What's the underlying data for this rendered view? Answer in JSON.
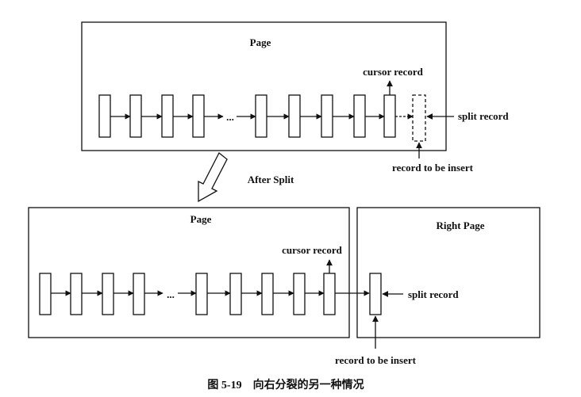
{
  "top_page": {
    "title": "Page",
    "ellipsis": "...",
    "cursor_record_label": "cursor record",
    "split_record_label": "split record",
    "insert_record_label": "record to be insert"
  },
  "transition_label": "After Split",
  "bottom_left_page": {
    "title": "Page",
    "ellipsis": "...",
    "cursor_record_label": "cursor record"
  },
  "right_page": {
    "title": "Right Page",
    "split_record_label": "split record",
    "insert_record_label": "record to be insert"
  },
  "caption": "图 5-19　向右分裂的另一种情况",
  "colors": {
    "stroke": "#111111",
    "background": "#ffffff"
  }
}
